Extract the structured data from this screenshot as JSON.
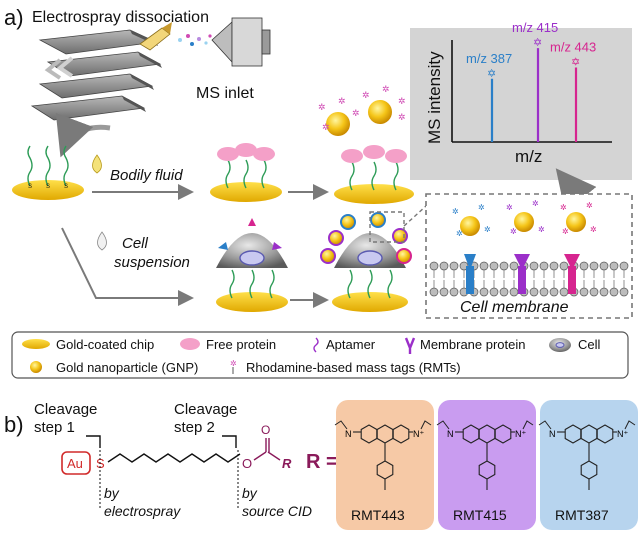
{
  "panel_a": {
    "letter": "a)",
    "title": "Electrospray dissociation",
    "ms_inlet": "MS inlet",
    "bodily_fluid": "Bodily fluid",
    "cell_line1": "Cell",
    "cell_line2": "suspension",
    "cell_membrane": "Cell membrane",
    "spectrum": {
      "ylabel": "MS intensity",
      "xlabel": "m/z",
      "peaks": [
        {
          "label": "m/z 387",
          "color": "#2a7fc8",
          "rel": 0.62
        },
        {
          "label": "m/z 415",
          "color": "#9b2fc9",
          "rel": 0.92
        },
        {
          "label": "m/z 443",
          "color": "#d6258f",
          "rel": 0.73
        }
      ]
    }
  },
  "legend": {
    "items": [
      {
        "label": "Gold-coated chip",
        "icon": "gold-chip-icon"
      },
      {
        "label": "Free protein",
        "icon": "free-protein-icon"
      },
      {
        "label": "Aptamer",
        "icon": "aptamer-icon"
      },
      {
        "label": "Membrane protein",
        "icon": "membrane-protein-icon"
      },
      {
        "label": "Cell",
        "icon": "cell-icon"
      },
      {
        "label": "Gold nanoparticle (GNP)",
        "icon": "gnp-icon"
      },
      {
        "label": "Rhodamine-based mass tags (RMTs)",
        "icon": "rmt-icon"
      }
    ]
  },
  "panel_b": {
    "letter": "b)",
    "cleavage1_l1": "Cleavage",
    "cleavage1_l2": "step 1",
    "cleavage2_l1": "Cleavage",
    "cleavage2_l2": "step 2",
    "au": "Au",
    "s": "S",
    "o": "O",
    "r": "R",
    "r_eq": "R =",
    "by": "by",
    "electrospray": "electrospray",
    "by2": "by",
    "source_cid": "source CID",
    "rmt_boxes": [
      {
        "label": "RMT443",
        "color": "#f6c9a6"
      },
      {
        "label": "RMT415",
        "color": "#c99cf0"
      },
      {
        "label": "RMT387",
        "color": "#b7d4ee"
      }
    ],
    "n": "N",
    "nplus": "N⁺"
  }
}
